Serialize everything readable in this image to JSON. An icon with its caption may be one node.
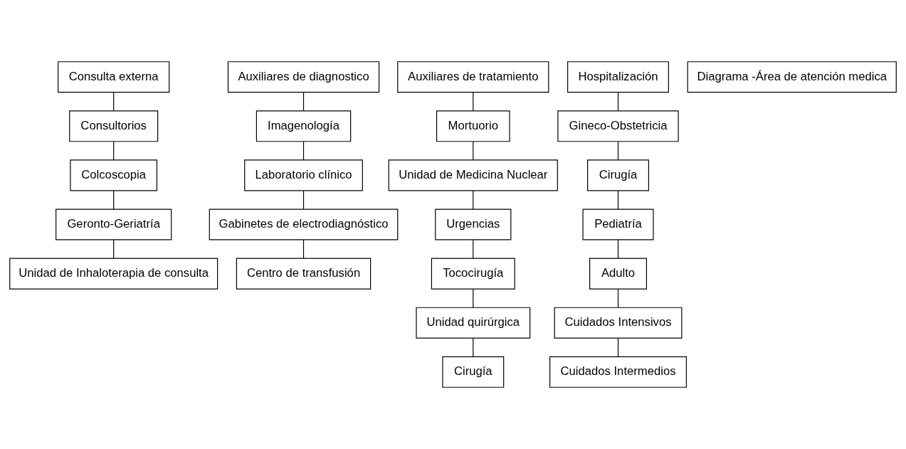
{
  "diagram": {
    "nodes": [
      {
        "text": [
          "Consulta externa"
        ]
      },
      {
        "text": [
          "Auxiliares de diagnostico"
        ]
      },
      {
        "text": [
          "Auxiliares de tratamiento"
        ]
      },
      {
        "text": [
          "Hospitalización"
        ]
      },
      {
        "text": [
          "Consultorios"
        ]
      },
      {
        "text": [
          "Imagenología"
        ]
      },
      {
        "text": [
          "Mortuorio"
        ]
      },
      {
        "text": [
          "Gineco-Obstetricia"
        ]
      },
      {
        "text": [
          "Colcoscopia"
        ]
      },
      {
        "text": [
          "Laboratorio clínico"
        ]
      },
      {
        "text": [
          "Unidad de Medicina Nuclear"
        ]
      },
      {
        "text": [
          "Gabinetes de electrodiagnóstico"
        ]
      },
      {
        "text": [
          "Geronto-Geriatría"
        ]
      },
      {
        "text": [
          "Cirugía"
        ]
      },
      {
        "text": [
          "Urgencias"
        ]
      },
      {
        "text": [
          "Pediatría"
        ]
      },
      {
        "text": [
          "Tococirugía"
        ]
      },
      {
        "text": [
          "Centro de transfusión"
        ]
      },
      {
        "text": [
          "Adulto"
        ]
      },
      {
        "text": [
          "Unidad quirúrgica"
        ]
      },
      {
        "text": [
          "Cuidados Intensivos"
        ]
      },
      {
        "text": [
          "Unidad de Inhaloterapia de consulta"
        ]
      },
      {
        "text": [
          "Cirugía"
        ]
      },
      {
        "text": [
          "Diagrama -Área de atención medica"
        ]
      },
      {
        "text": [
          "Cuidados Intermedios"
        ]
      }
    ],
    "edges": [
      {
        "from": 0,
        "to": 4,
        "arrow": "none"
      },
      {
        "from": 4,
        "to": 8,
        "arrow": "none"
      },
      {
        "from": 8,
        "to": 12,
        "arrow": "none"
      },
      {
        "from": 12,
        "to": 21,
        "arrow": "none"
      },
      {
        "from": 1,
        "to": 5,
        "arrow": "none"
      },
      {
        "from": 5,
        "to": 9,
        "arrow": "none"
      },
      {
        "from": 9,
        "to": 11,
        "arrow": "none"
      },
      {
        "from": 11,
        "to": 17,
        "arrow": "none"
      },
      {
        "from": 2,
        "to": 6,
        "arrow": "none"
      },
      {
        "from": 6,
        "to": 10,
        "arrow": "none"
      },
      {
        "from": 10,
        "to": 14,
        "arrow": "none"
      },
      {
        "from": 14,
        "to": 16,
        "arrow": "none"
      },
      {
        "from": 16,
        "to": 19,
        "arrow": "none"
      },
      {
        "from": 19,
        "to": 22,
        "arrow": "none"
      },
      {
        "from": 3,
        "to": 7,
        "arrow": "none"
      },
      {
        "from": 7,
        "to": 13,
        "arrow": "none"
      },
      {
        "from": 13,
        "to": 15,
        "arrow": "none"
      },
      {
        "from": 15,
        "to": 18,
        "arrow": "none"
      },
      {
        "from": 18,
        "to": 20,
        "arrow": "none"
      },
      {
        "from": 20,
        "to": 24,
        "arrow": "none"
      }
    ]
  }
}
